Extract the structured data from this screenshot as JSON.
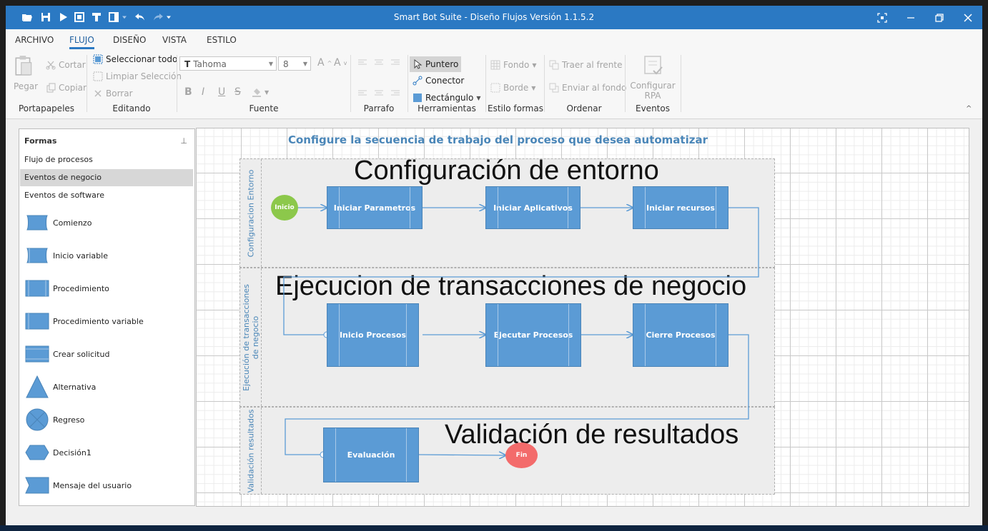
{
  "window": {
    "title": "Smart Bot Suite - Diseño Flujos Versión 1.1.5.2"
  },
  "tabs": [
    "ARCHIVO",
    "FLUJO",
    "DISEÑO",
    "VISTA",
    "ESTILO"
  ],
  "ribbon": {
    "portapapeles": {
      "label": "Portapapeles",
      "pegar": "Pegar",
      "cortar": "Cortar",
      "copiar": "Copiar"
    },
    "editando": {
      "label": "Editando",
      "seleccionar": "Seleccionar todo",
      "limpiar": "Limpiar Selección",
      "borrar": "Borrar"
    },
    "fuente": {
      "label": "Fuente",
      "font": "Tahoma",
      "size": "8"
    },
    "parrafo": {
      "label": "Parrafo"
    },
    "herramientas": {
      "label": "Herramientas",
      "puntero": "Puntero",
      "conector": "Conector",
      "rectangulo": "Rectángulo"
    },
    "estilo": {
      "label": "Estilo formas",
      "fondo": "Fondo",
      "borde": "Borde"
    },
    "ordenar": {
      "label": "Ordenar",
      "traer": "Traer al frente",
      "enviar": "Enviar al fondo"
    },
    "eventos": {
      "label": "Eventos",
      "configurar": "Configurar RPA"
    }
  },
  "panel": {
    "title": "Formas",
    "categories": [
      "Flujo de procesos",
      "Eventos de negocio",
      "Eventos de software"
    ],
    "selected_category": "Eventos de negocio",
    "shapes": [
      "Comienzo",
      "Inicio variable",
      "Procedimiento",
      "Procedimiento variable",
      "Crear solicitud",
      "Alternativa",
      "Regreso",
      "Decisión1",
      "Mensaje del usuario"
    ]
  },
  "canvas": {
    "title": "Configure la secuencia de trabajo del proceso que desea automatizar",
    "lanes": [
      {
        "header": "Configuracion Entorno",
        "big": "Configuración de entorno"
      },
      {
        "header": "Ejecución de transacciones de negocio",
        "big": "Ejecucion de transacciones de negocio"
      },
      {
        "header": "Validación resultados",
        "big": "Validación de resultados"
      }
    ],
    "nodes": {
      "inicio": "Inicio",
      "p1": "Iniciar Parametros",
      "p2": "Iniciar Aplicativos",
      "p3": "Iniciar recursos",
      "p4": "Inicio Procesos",
      "p5": "Ejecutar Procesos",
      "p6": "Cierre Procesos",
      "p7": "Evaluación",
      "fin": "Fin"
    }
  },
  "colors": {
    "titlebar": "#2b79c3",
    "process": "#5b9bd5",
    "start": "#8cc84b",
    "end": "#f36b6b",
    "accent_text": "#4a86b8"
  }
}
